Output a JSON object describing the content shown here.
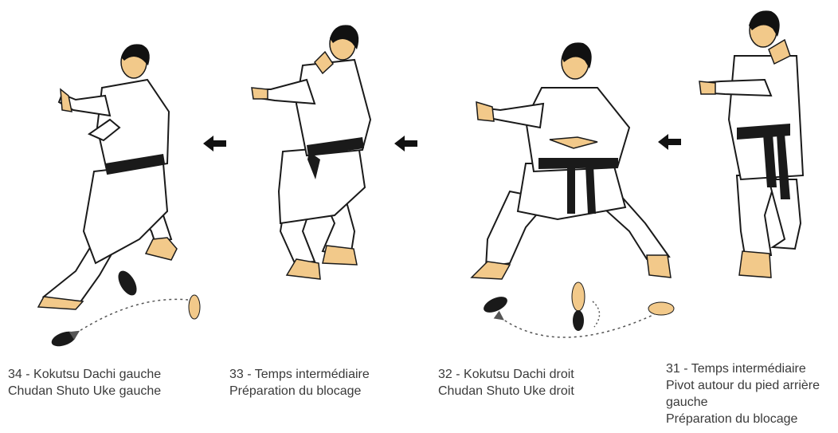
{
  "steps": [
    {
      "number": "34",
      "line1": "34  - Kokutsu  Dachi gauche",
      "line2": "Chudan Shuto Uke gauche"
    },
    {
      "number": "33",
      "line1": "33 - Temps intermédiaire",
      "line2": "Préparation du blocage"
    },
    {
      "number": "32",
      "line1": "32  - Kokutsu  Dachi droit",
      "line2": "Chudan Shuto Uke droit"
    },
    {
      "number": "31",
      "line1": "31  - Temps intermédiaire",
      "line2": "Pivot autour du pied arrière",
      "line3": "gauche",
      "line4": "Préparation du blocage"
    }
  ],
  "colors": {
    "skin": "#f2c98a",
    "outline": "#1a1a1a",
    "gi": "#ffffff",
    "belt": "#1a1a1a",
    "hair": "#111111",
    "arrow": "#111111",
    "foot_dark": "#1a1a1a",
    "text": "#3a3a3a"
  }
}
